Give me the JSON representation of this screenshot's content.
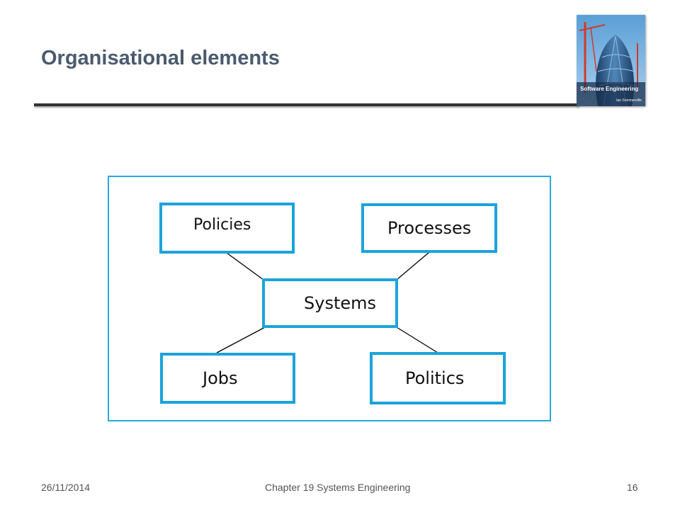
{
  "slide": {
    "title": "Organisational elements"
  },
  "book_cover": {
    "title": "Software Engineering",
    "author": "Ian Sommerville",
    "icon": "book-cover-image"
  },
  "diagram": {
    "nodes": {
      "policies": "Policies",
      "processes": "Processes",
      "systems": "Systems",
      "jobs": "Jobs",
      "politics": "Politics"
    },
    "colors": {
      "node_border": "#1ba3dc",
      "frame_border": "#29a8e0",
      "connector": "#000000"
    }
  },
  "footer": {
    "date": "26/11/2014",
    "chapter": "Chapter 19 Systems Engineering",
    "page": "16"
  },
  "colors": {
    "title": "#4a5a6e",
    "rule": "#333333"
  }
}
